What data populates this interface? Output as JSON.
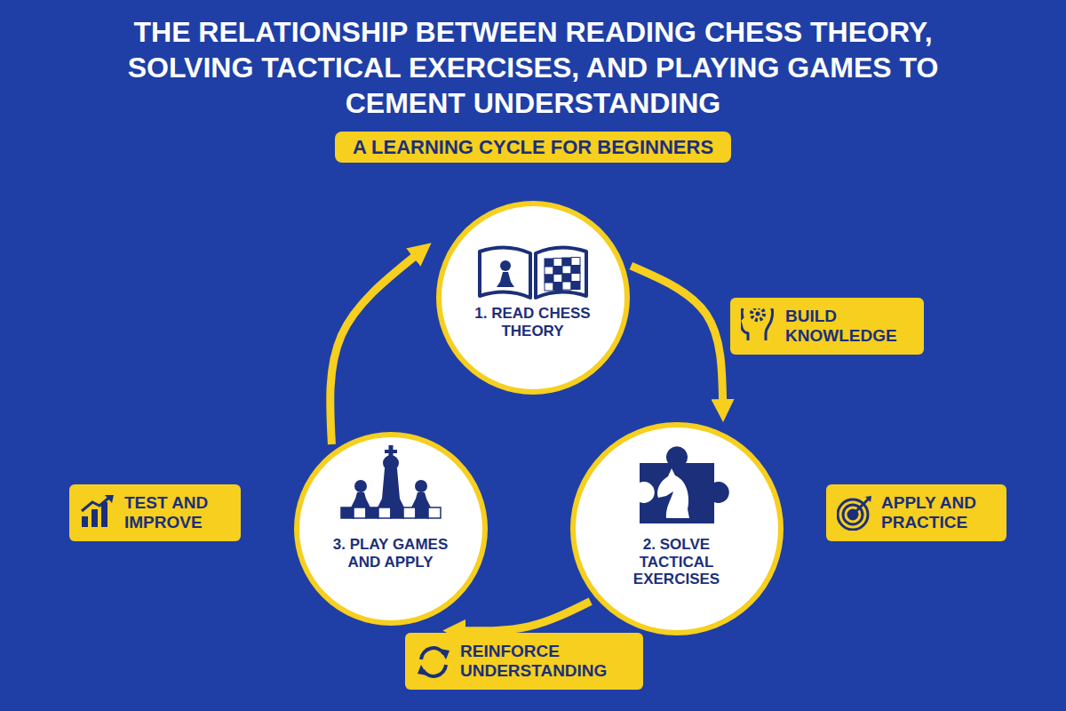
{
  "diagram": {
    "title": "THE RELATIONSHIP BETWEEN READING CHESS THEORY, SOLVING TACTICAL EXERCISES, AND PLAYING GAMES TO CEMENT UNDERSTANDING",
    "nodes": [
      {
        "text": [
          "A LEARNING CYCLE FOR BEGINNERS"
        ]
      },
      {
        "text": [
          "1. READ CHESS THEORY"
        ]
      },
      {
        "text": [
          "BUILD KNOWLEDGE"
        ]
      },
      {
        "text": [
          "TEST AND IMPROVE"
        ]
      },
      {
        "text": [
          "3. PLAY GAMES AND APPLY"
        ]
      },
      {
        "text": [
          "2. SOLVE TACTICAL EXERCISES"
        ]
      },
      {
        "text": [
          "APPLY AND PRACTICE"
        ]
      },
      {
        "text": [
          "REINFORCE UNDERSTANDING"
        ]
      }
    ],
    "edges": [
      {
        "from": 1,
        "to": 5,
        "arrow": "to"
      },
      {
        "from": 5,
        "to": 4,
        "arrow": "to"
      },
      {
        "from": 4,
        "to": 1,
        "arrow": "to"
      }
    ]
  }
}
